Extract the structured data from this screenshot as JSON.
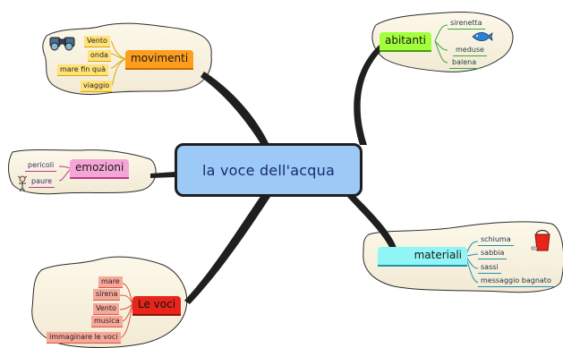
{
  "center": {
    "label": "la voce dell'acqua",
    "fill": "#9cc9f5"
  },
  "branches": {
    "movimenti": {
      "label": "movimenti",
      "color": "#ff9d1f",
      "items": [
        "Vento",
        "onda",
        "mare fin quà",
        "viaggio"
      ],
      "icon": "binoculars-icon"
    },
    "emozioni": {
      "label": "emozioni",
      "color": "#f5a6d6",
      "items": [
        "pericoli",
        "paure"
      ],
      "icon": "frightened-figure-icon"
    },
    "voci": {
      "label": "Le voci",
      "color": "#e8251a",
      "items": [
        "mare",
        "sirena",
        "Vento",
        "musica",
        "immaginare le voci"
      ]
    },
    "abitanti": {
      "label": "abitanti",
      "color": "#a3ff3b",
      "items": [
        "sirenetta",
        "meduse",
        "balena"
      ],
      "icon": "swimming-fish-icon"
    },
    "materiali": {
      "label": "materiali",
      "color": "#8ff5f5",
      "items": [
        "schiuma",
        "sabbia",
        "sassi",
        "messaggio bagnato"
      ],
      "icon": "red-bucket-icon"
    }
  }
}
